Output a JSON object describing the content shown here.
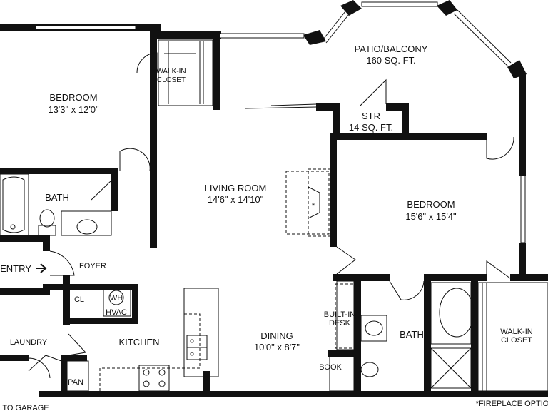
{
  "plan": {
    "rooms": {
      "bedroom_left": {
        "name": "BEDROOM",
        "size": "13'3\" x 12'0\""
      },
      "walkin_top": {
        "line1": "WALK-IN",
        "line2": "CLOSET"
      },
      "patio": {
        "name": "PATIO/BALCONY",
        "size": "160 SQ. FT."
      },
      "storage": {
        "name": "STR",
        "size": "14 SQ. FT."
      },
      "living": {
        "name": "LIVING ROOM",
        "size": "14'6\" x 14'10\""
      },
      "bath_left": {
        "name": "BATH"
      },
      "bedroom_right": {
        "name": "BEDROOM",
        "size": "15'6\" x 15'4\""
      },
      "entry": {
        "name": "ENTRY"
      },
      "foyer": {
        "name": "FOYER"
      },
      "cl": {
        "name": "CL"
      },
      "wh": {
        "name": "WH"
      },
      "hvac": {
        "name": "HVAC"
      },
      "kitchen": {
        "name": "KITCHEN"
      },
      "laundry": {
        "name": "LAUNDRY"
      },
      "dining": {
        "name": "DINING",
        "size": "10'0\" x 8'7\""
      },
      "builtin_desk": {
        "line1": "BUILT-IN",
        "line2": "DESK"
      },
      "book": {
        "name": "BOOK"
      },
      "bath_right": {
        "name": "BATH"
      },
      "walkin_right": {
        "line1": "WALK-IN",
        "line2": "CLOSET"
      },
      "pan": {
        "name": "PAN"
      },
      "to_garage": {
        "name": "TO GARAGE"
      }
    },
    "footnote": "*FIREPLACE OPTION",
    "fireplace_mark": "*"
  }
}
